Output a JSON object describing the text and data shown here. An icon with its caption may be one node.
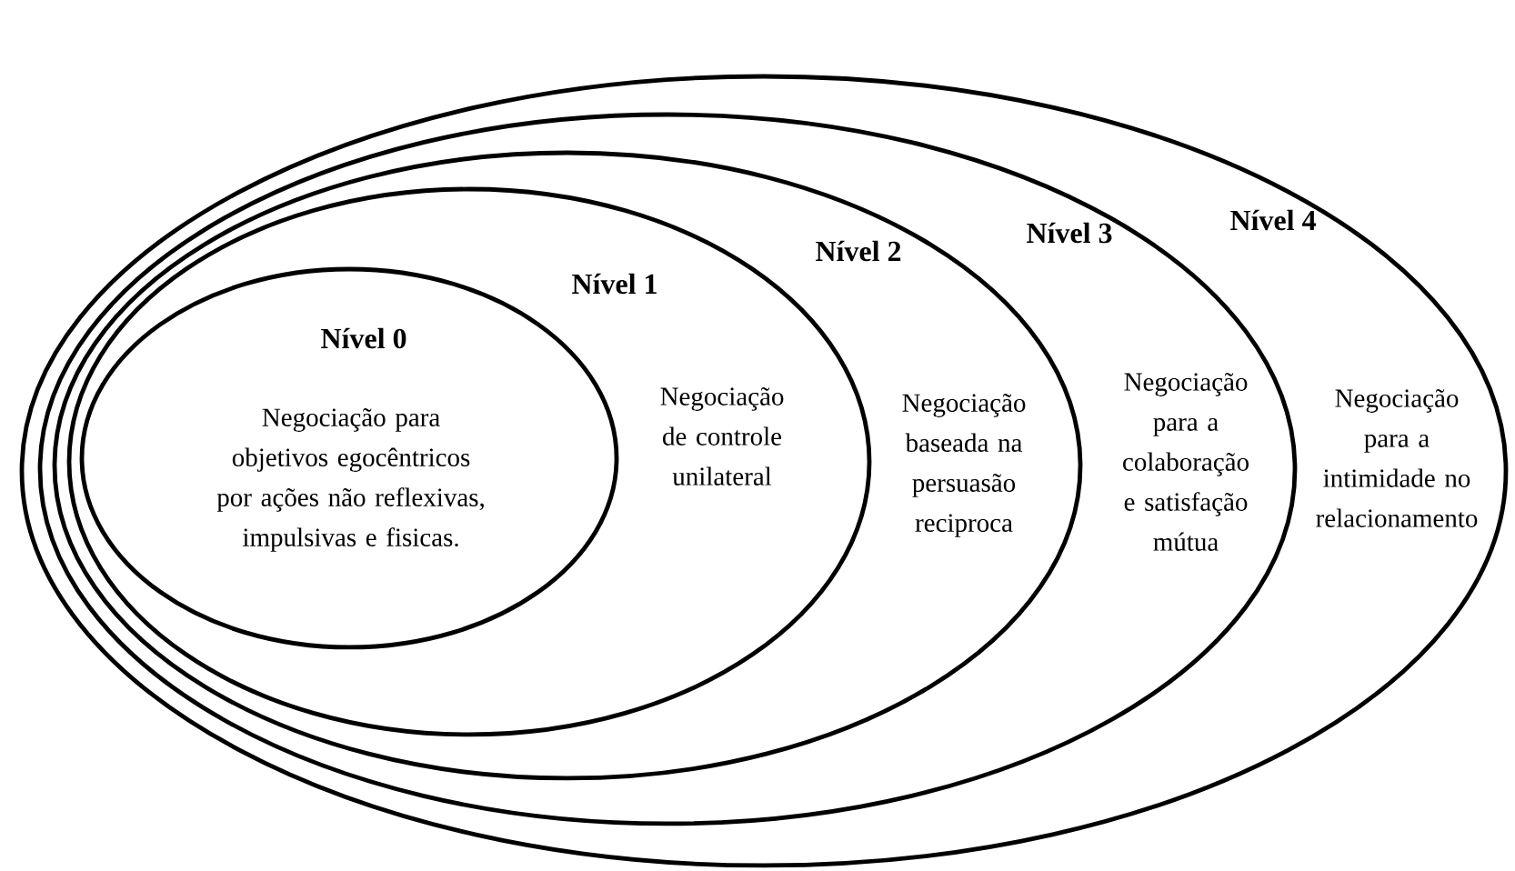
{
  "diagram": {
    "nodes": [
      {
        "text": [
          "Nível 4",
          "Negociação para a intimidade no relacionamento"
        ]
      },
      {
        "text": [
          "Nível 3",
          "Negociação para a colaboração e satisfação mútua"
        ],
        "in": 0
      },
      {
        "text": [
          "Nível 2",
          "Negociação baseada na persuasão reciproca"
        ],
        "in": 1
      },
      {
        "text": [
          "Nível 1",
          "Negociação de controle unilateral"
        ],
        "in": 2
      },
      {
        "text": [
          "Nível 0",
          "Negociação para objetivos egocêntricos por ações não reflexivas, impulsivas e fisicas."
        ],
        "in": 3
      }
    ]
  }
}
